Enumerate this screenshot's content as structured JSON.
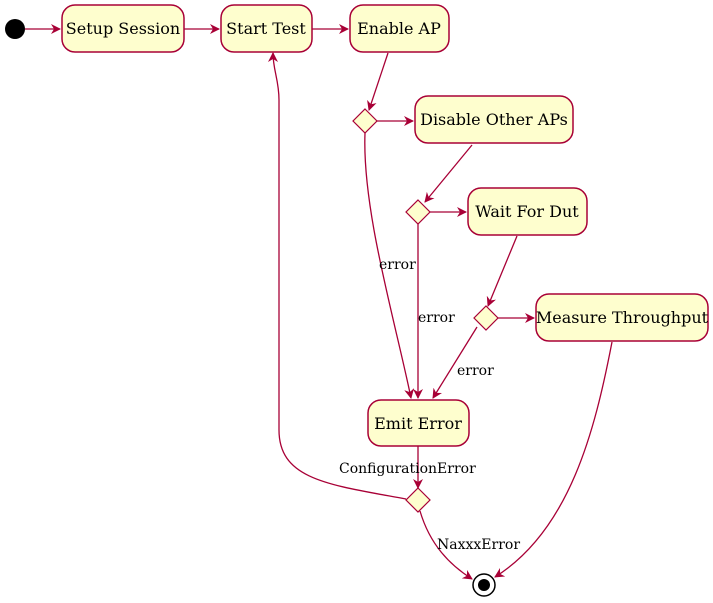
{
  "nodes": {
    "setup_session": "Setup Session",
    "start_test": "Start Test",
    "enable_ap": "Enable AP",
    "disable_other_aps": "Disable Other APs",
    "wait_for_dut": "Wait For Dut",
    "measure_throughput": "Measure Throughput",
    "emit_error": "Emit Error"
  },
  "edge_labels": {
    "error_1": "error",
    "error_2": "error",
    "error_3": "error",
    "configuration_error": "ConfigurationError",
    "naxxx_error": "NaxxxError"
  },
  "colors": {
    "node_fill": "#fefece",
    "node_border": "#a80036",
    "arrow": "#a80036",
    "start_dot": "#000000"
  }
}
